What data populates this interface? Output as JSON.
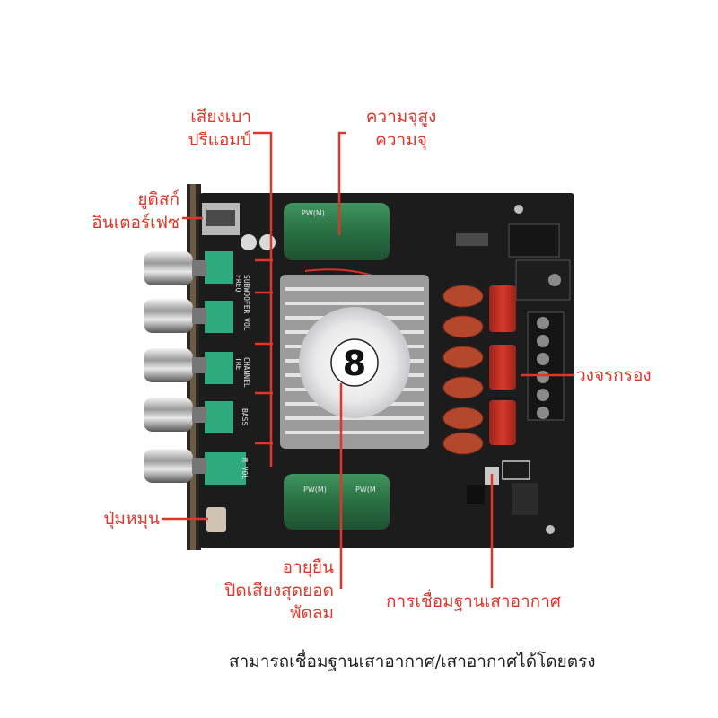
{
  "labels": {
    "amp_volume_line1": "เสียงเบา",
    "amp_volume_line2": "ปรีแอมป์",
    "capacitor_line1": "ความจุสูง",
    "capacitor_line2": "ความจุ",
    "usb_line1": "ยูดิสก์",
    "usb_line2": "อินเตอร์เฟซ",
    "filter_circuit": "วงจรกรอง",
    "knob": "ปุ่มหมุน",
    "fan_line1": "อายุยืน",
    "fan_line2": "ปิดเสียงสุดยอด",
    "fan_line3": "พัดลม",
    "antenna": "การเชื่อมฐานเสาอากาศ",
    "caption": "สามารถเชื่อมฐานเสาอากาศ/เสาอากาศได้โดยตรง"
  },
  "board_markings": {
    "freq": "FREQ",
    "subwoofer_vol": "SUBWOOFER VOL",
    "tre": "TRE",
    "channel": "CHANNEL",
    "bass": "BASS",
    "m_vol": "M_VOL",
    "cap_top": "PW(M)",
    "cap_bottom_a": "PW(M)",
    "cap_bottom_b": "PW(M"
  },
  "colors": {
    "accent": "#e0362a",
    "board": "#1c1c1c",
    "capacitor": "#2f7a4a",
    "knob_pot": "#2eaa7e",
    "filter_cap": "#c8312a",
    "coil": "#b5472c"
  }
}
